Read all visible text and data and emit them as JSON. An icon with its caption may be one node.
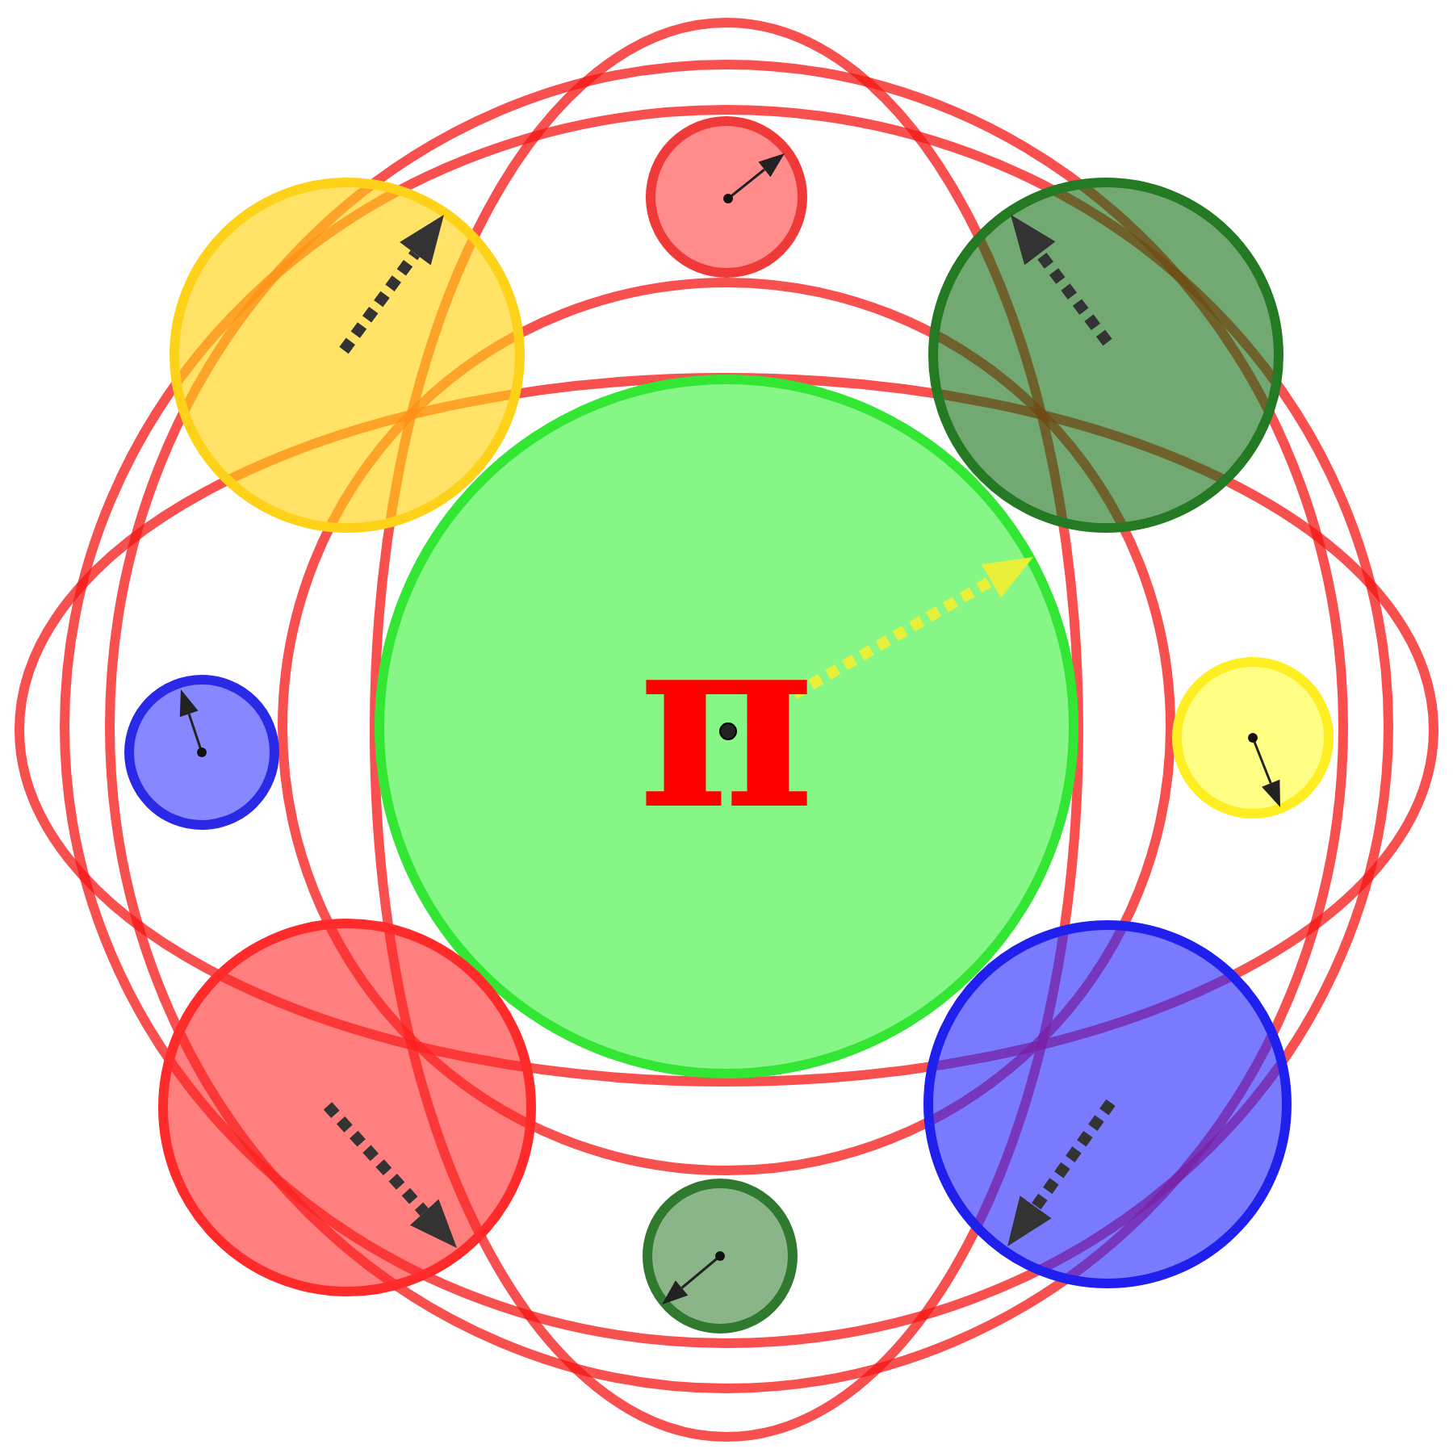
{
  "diagram": {
    "nodes": [
      {
        "text": [],
        "shape": "circle"
      },
      {
        "text": [],
        "shape": "circle"
      },
      {
        "text": [],
        "shape": "circle"
      },
      {
        "text": [
          "π"
        ]
      },
      {
        "text": [],
        "shape": "circle"
      },
      {
        "text": [],
        "shape": "circle"
      },
      {
        "text": [],
        "shape": "circle"
      },
      {
        "text": [],
        "shape": "circle"
      },
      {
        "text": [],
        "shape": "circle"
      }
    ]
  }
}
